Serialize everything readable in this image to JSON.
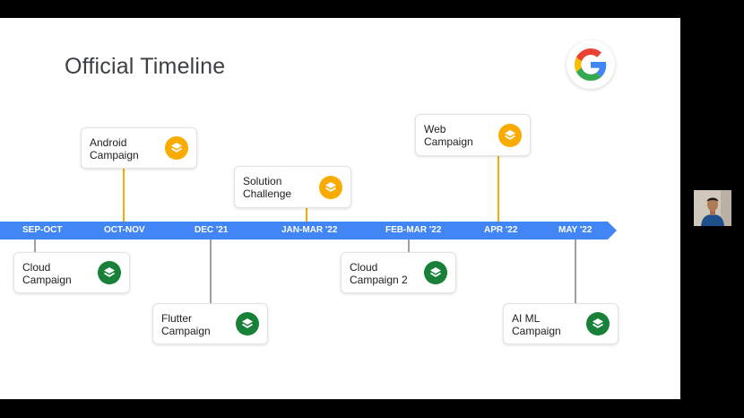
{
  "slide": {
    "title": "Official Timeline",
    "logo_icon": "google-g-icon"
  },
  "timeline": {
    "color": "#4285f4",
    "labels": [
      "SEP-OCT",
      "OCT-NOV",
      "DEC '21",
      "JAN-MAR '22",
      "FEB-MAR '22",
      "APR '22",
      "MAY '22"
    ]
  },
  "cards": {
    "android": "Android\nCampaign",
    "solution": "Solution\nChallenge",
    "web": "Web\nCampaign",
    "cloud": "Cloud\nCampaign",
    "flutter": "Flutter\nCampaign",
    "cloud2": "Cloud\nCampaign 2",
    "aiml": "AI ML\nCampaign"
  },
  "colors": {
    "yellow": "#f9ab00",
    "green": "#188038",
    "connector_gray": "#9aa0a6"
  },
  "icons": {
    "card_icon": "layers-icon"
  }
}
